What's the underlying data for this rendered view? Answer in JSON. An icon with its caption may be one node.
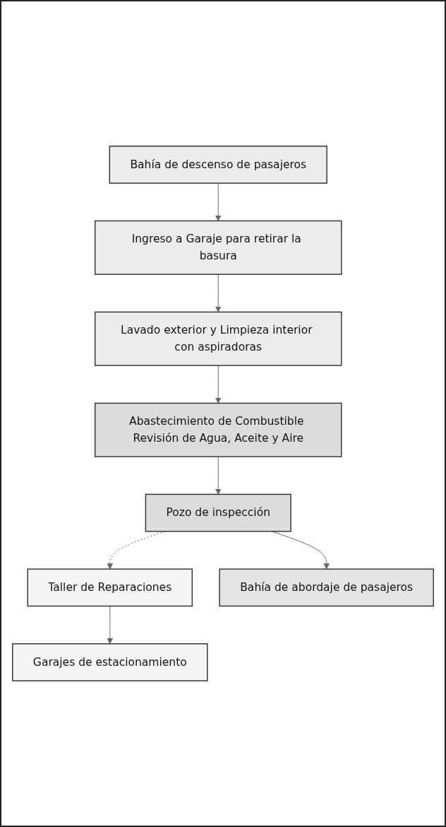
{
  "diagram": {
    "nodes": [
      {
        "text": [
          "Bahía de descenso de pasajeros"
        ]
      },
      {
        "text": [
          "Ingreso a Garaje para retirar la basura"
        ]
      },
      {
        "text": [
          "Lavado exterior y Limpieza interior con aspiradoras"
        ]
      },
      {
        "text": [
          "Abastecimiento de Combustible Revisión de Agua, Aceite y Aire"
        ]
      },
      {
        "text": [
          "Pozo de inspección"
        ]
      },
      {
        "text": [
          "Taller de Reparaciones"
        ]
      },
      {
        "text": [
          "Bahía de abordaje de pasajeros"
        ]
      },
      {
        "text": [
          "Garajes de estacionamiento"
        ]
      }
    ],
    "edges": [
      {
        "from": 0,
        "to": 1,
        "arrow": "to"
      },
      {
        "from": 1,
        "to": 2,
        "arrow": "to"
      },
      {
        "from": 2,
        "to": 3,
        "arrow": "to"
      },
      {
        "from": 3,
        "to": 4,
        "arrow": "to"
      },
      {
        "from": 4,
        "to": 6,
        "arrow": "to"
      },
      {
        "from": 4,
        "to": 5,
        "arrow": "to",
        "style": "dashed"
      },
      {
        "from": 5,
        "to": 7,
        "arrow": "to"
      }
    ]
  }
}
